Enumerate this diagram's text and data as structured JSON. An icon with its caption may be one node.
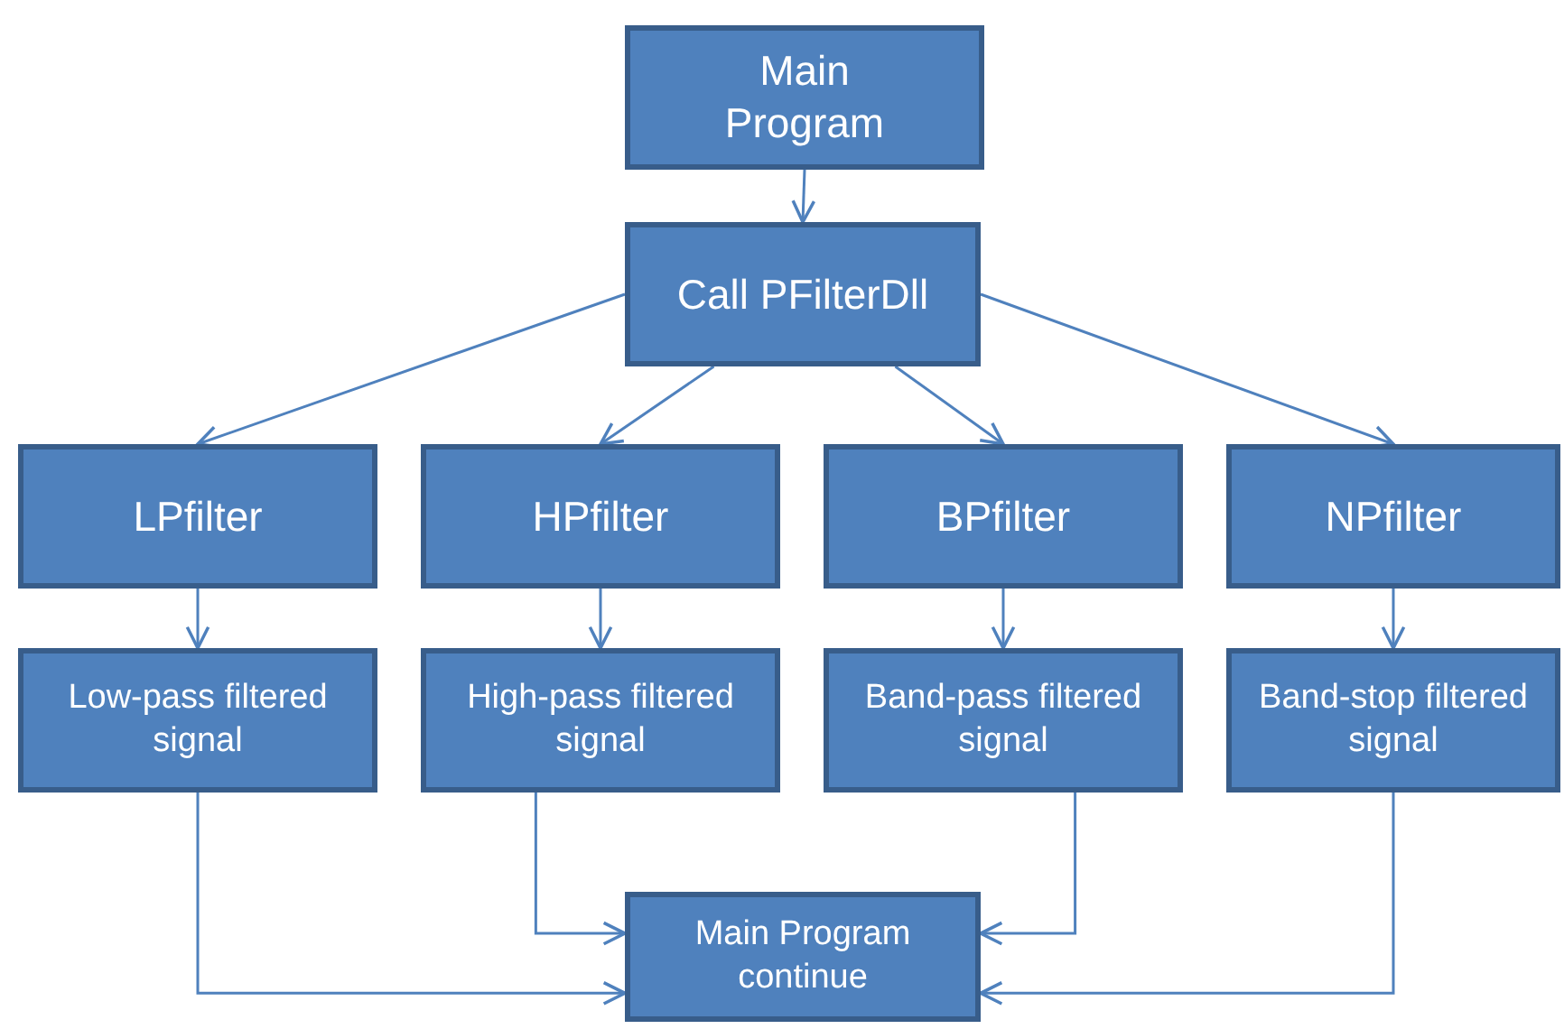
{
  "diagram": {
    "nodes": [
      {
        "text": [
          "Main Program"
        ]
      },
      {
        "text": [
          "Call PFilterDll"
        ]
      },
      {
        "text": [
          "LPfilter"
        ]
      },
      {
        "text": [
          "HPfilter"
        ]
      },
      {
        "text": [
          "BPfilter"
        ]
      },
      {
        "text": [
          "NPfilter"
        ]
      },
      {
        "text": [
          "Low-pass filtered signal"
        ]
      },
      {
        "text": [
          "High-pass filtered signal"
        ]
      },
      {
        "text": [
          "Band-pass filtered signal"
        ]
      },
      {
        "text": [
          "Band-stop filtered signal"
        ]
      },
      {
        "text": [
          "Main Program continue"
        ]
      }
    ],
    "edges": [
      {
        "from": 0,
        "to": 1,
        "arrow": "to"
      },
      {
        "from": 1,
        "to": 2,
        "arrow": "to"
      },
      {
        "from": 1,
        "to": 3,
        "arrow": "to"
      },
      {
        "from": 1,
        "to": 4,
        "arrow": "to"
      },
      {
        "from": 1,
        "to": 5,
        "arrow": "to"
      },
      {
        "from": 2,
        "to": 6,
        "arrow": "to"
      },
      {
        "from": 3,
        "to": 7,
        "arrow": "to"
      },
      {
        "from": 4,
        "to": 8,
        "arrow": "to"
      },
      {
        "from": 5,
        "to": 9,
        "arrow": "to"
      },
      {
        "from": 6,
        "to": 10,
        "arrow": "to"
      },
      {
        "from": 7,
        "to": 10,
        "arrow": "to"
      },
      {
        "from": 8,
        "to": 10,
        "arrow": "to"
      },
      {
        "from": 9,
        "to": 10,
        "arrow": "to"
      }
    ]
  }
}
